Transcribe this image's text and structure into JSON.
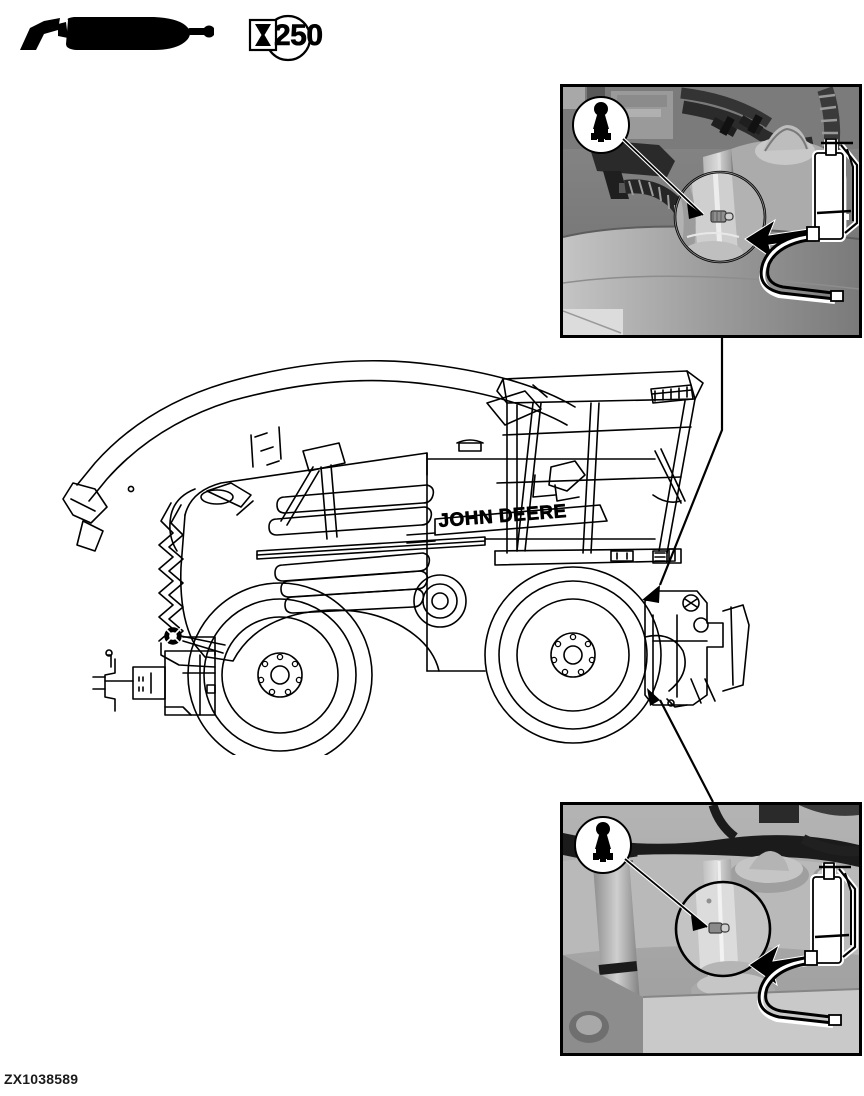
{
  "document": {
    "part_number": "ZX1038589",
    "title": "Grease fitting lubrication locations",
    "machine_brand": "JOHN DEERE",
    "ink_color": "#000000",
    "page_background": "#ffffff"
  },
  "header": {
    "grease_gun_icon": "grease-gun-icon",
    "interval_badge": {
      "icon": "hourglass-icon",
      "value": "250",
      "unit_implied": "hours"
    }
  },
  "machine": {
    "type": "self-propelled forage harvester",
    "brand_decal": "JOHN DEERE",
    "view": "left side elevation",
    "components": [
      "discharge spout",
      "spout deflector",
      "corrugated hose",
      "engine hood louvers",
      "operator cab",
      "front drive wheel",
      "rear steering wheel",
      "header drive housing",
      "rear axle assembly"
    ]
  },
  "callouts": [
    {
      "id": "callout-top",
      "target": "cab-support-grease-fitting",
      "badge_icon": "grease-fitting-icon",
      "magnifier_label": "grease nipple close-up",
      "tool_icon": "grease-gun-icon",
      "arrow_direction": "left"
    },
    {
      "id": "callout-bottom",
      "target": "rear-axle-grease-fitting",
      "badge_icon": "grease-fitting-icon",
      "magnifier_label": "grease nipple close-up",
      "tool_icon": "grease-gun-icon",
      "arrow_direction": "left"
    }
  ],
  "arrows": [
    {
      "name": "arrow-to-upper-rear-axle",
      "points_to": "rear axle upper fitting"
    },
    {
      "name": "arrow-to-lower-rear-axle",
      "points_to": "rear axle lower fitting"
    }
  ],
  "palette": {
    "ink": "#000000",
    "photo_mid": "#8c8c8c",
    "photo_light": "#c9c9c9",
    "photo_dark": "#2b2b2b",
    "white": "#ffffff"
  }
}
